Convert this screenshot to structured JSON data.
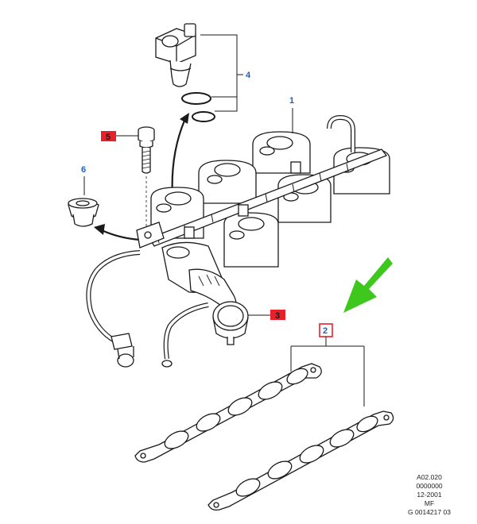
{
  "callouts": {
    "c1": "1",
    "c2": "2",
    "c3": "3",
    "c4": "4",
    "c5": "5",
    "c6": "6"
  },
  "colors": {
    "line": "#1a1a1a",
    "callout_blue": "#1a5fc8",
    "marker_red": "#e8202a",
    "arrow_green": "#3ec81e",
    "frame_red": "#e8202a"
  },
  "reference": {
    "line1": "A02.020",
    "line2": "0000000",
    "line3": "12-2001",
    "line4": "MF",
    "line5": "G 0014217 03"
  }
}
